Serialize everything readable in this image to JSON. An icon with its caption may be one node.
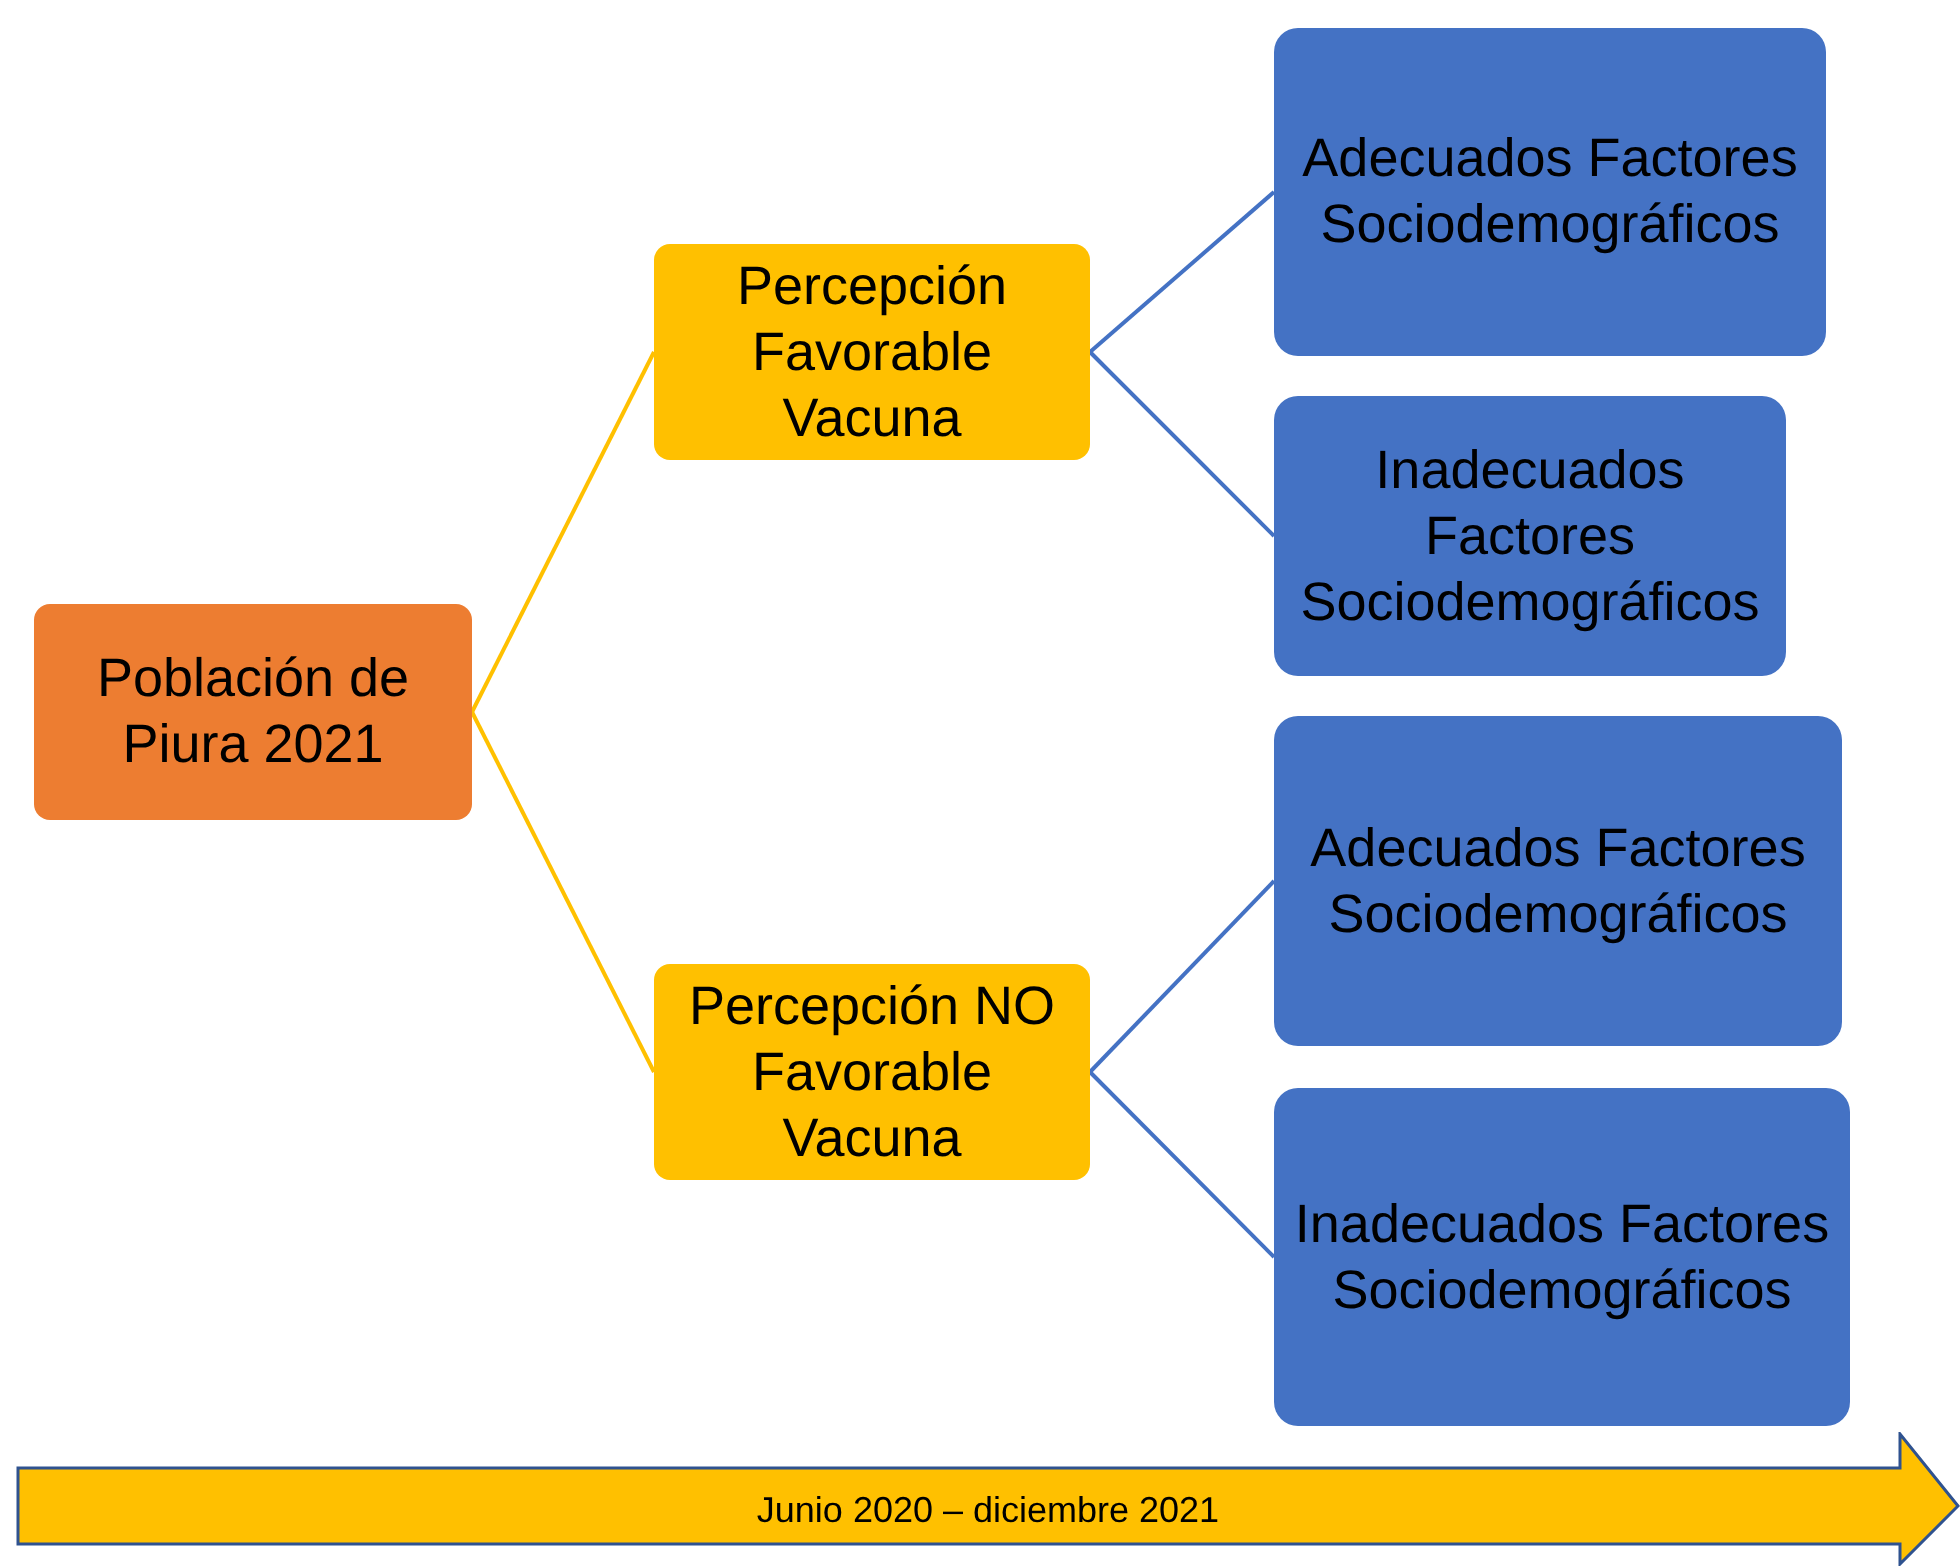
{
  "diagram": {
    "nodes": [
      {
        "text": [
          "Población de Piura 2021"
        ]
      },
      {
        "text": [
          "Percepción Favorable Vacuna"
        ]
      },
      {
        "text": [
          "Percepción NO Favorable Vacuna"
        ]
      },
      {
        "text": [
          "Adecuados Factores Sociodemográficos"
        ]
      },
      {
        "text": [
          "Inadecuados Factores Sociodemográficos"
        ]
      },
      {
        "text": [
          "Adecuados Factores Sociodemográficos"
        ]
      },
      {
        "text": [
          "Inadecuados Factores Sociodemográficos"
        ]
      },
      {
        "text": [
          "Junio 2020 – diciembre 2021"
        ]
      }
    ],
    "edges": [
      {
        "from": 0,
        "to": 1,
        "arrow": "none",
        "color": "#ffc000"
      },
      {
        "from": 0,
        "to": 2,
        "arrow": "none",
        "color": "#ffc000"
      },
      {
        "from": 1,
        "to": 3,
        "arrow": "none"
      },
      {
        "from": 1,
        "to": 4,
        "arrow": "none"
      },
      {
        "from": 2,
        "to": 5,
        "arrow": "none"
      },
      {
        "from": 2,
        "to": 6,
        "arrow": "none"
      }
    ]
  }
}
